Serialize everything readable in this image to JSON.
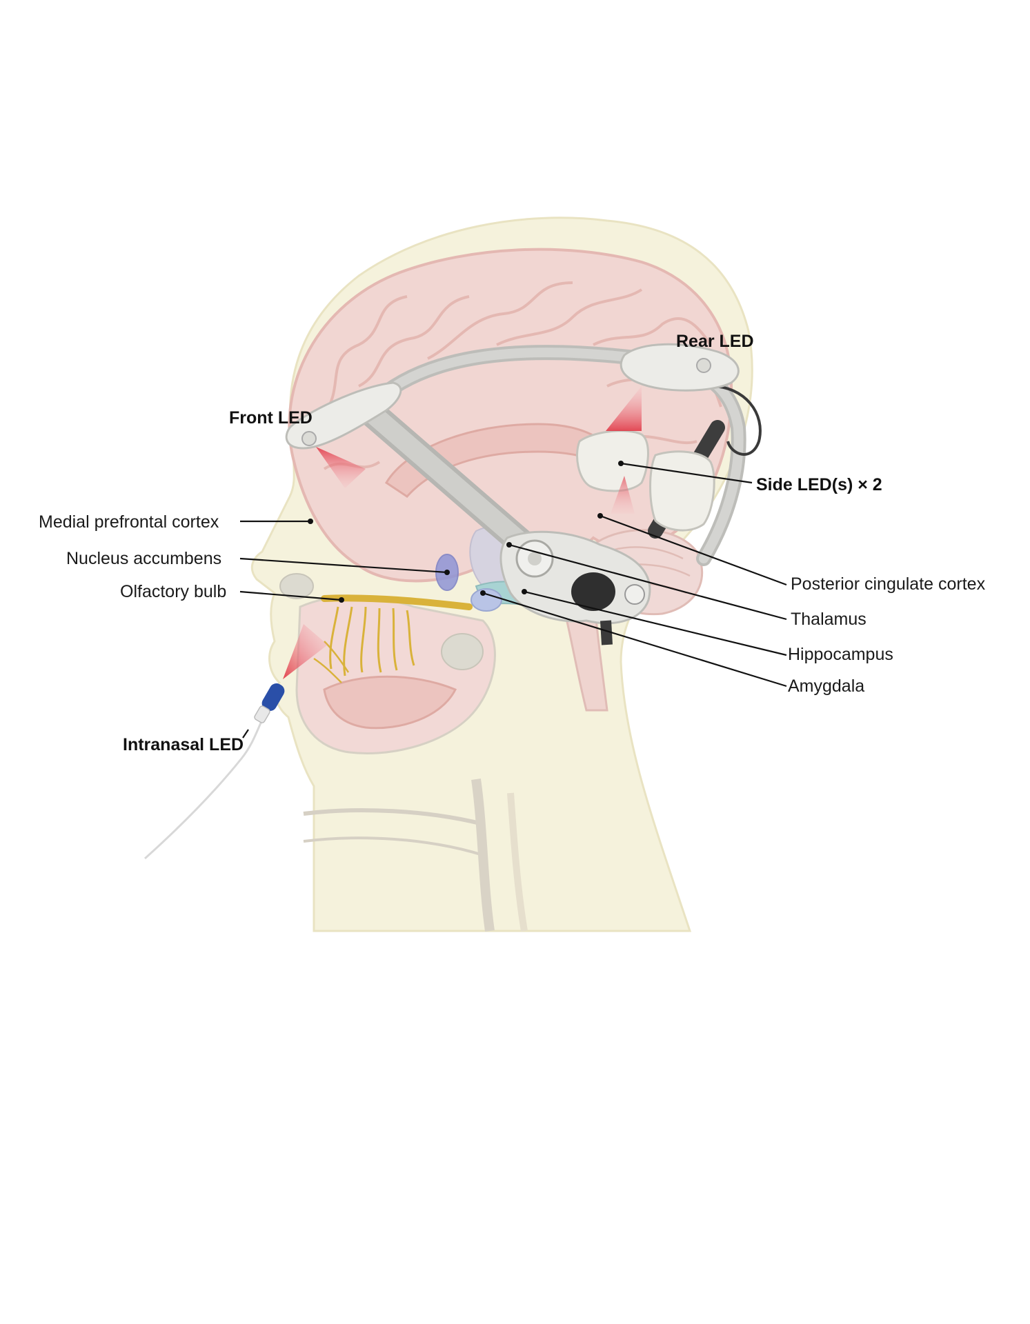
{
  "labels": {
    "rear_led": "Rear LED",
    "front_led": "Front LED",
    "side_led": "Side LED(s) × 2",
    "medial_prefrontal_cortex": "Medial prefrontal cortex",
    "nucleus_accumbens": "Nucleus accumbens",
    "olfactory_bulb": "Olfactory bulb",
    "intranasal_led": "Intranasal LED",
    "posterior_cingulate_cortex": "Posterior cingulate cortex",
    "thalamus": "Thalamus",
    "hippocampus": "Hippocampus",
    "amygdala": "Amygdala"
  },
  "colors": {
    "head_fill": "#f5f2dc",
    "brain_fill": "#f1d6d2",
    "brain_line": "#e4b8b2",
    "headset_band": "#c9c9c6",
    "led_pad": "#eeeeea",
    "light_cone": "#e0303f",
    "nerve": "#d9b23a",
    "nucleus_accumbens": "#8f95d6",
    "hippocampus": "#a8d3d3",
    "intranasal_probe": "#2a4fa8"
  },
  "icons": {
    "front_led": "led-pad-icon",
    "rear_led": "led-pad-icon",
    "side_led": "led-pad-icon",
    "intranasal": "nasal-probe-icon"
  }
}
